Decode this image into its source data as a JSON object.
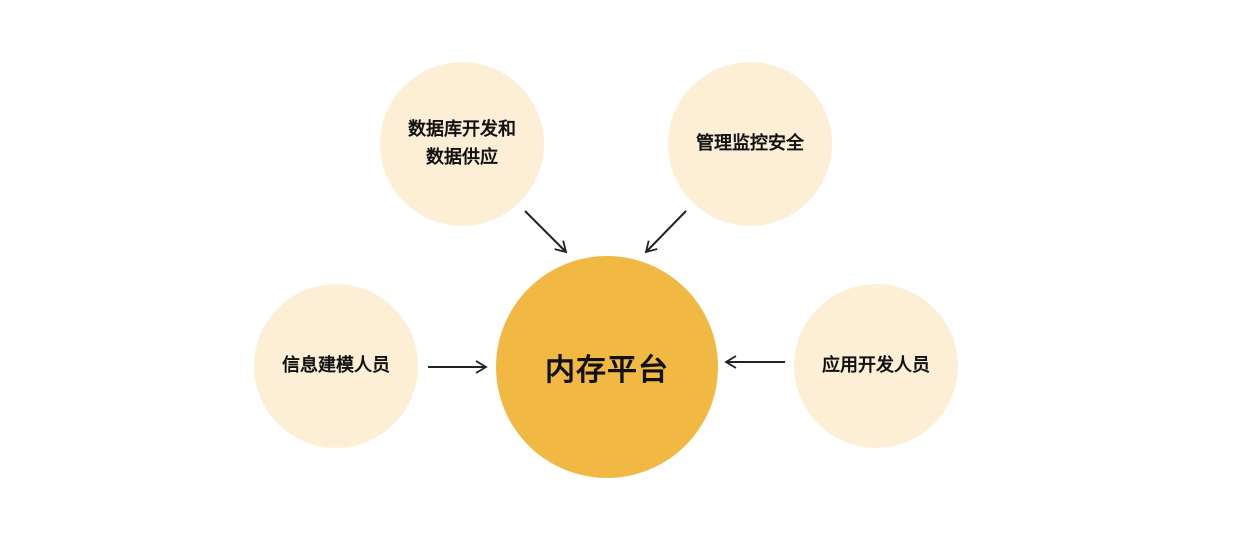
{
  "diagram": {
    "center": {
      "label": "内存平台",
      "color": "#f2b844"
    },
    "satellite_color": "#fcefd6",
    "nodes": {
      "db": {
        "label": "数据库开发和\n数据供应"
      },
      "mgmt": {
        "label": "管理监控安全"
      },
      "info": {
        "label": "信息建模人员"
      },
      "app": {
        "label": "应用开发人员"
      }
    },
    "arrow_color": "#222222",
    "edges": [
      {
        "from": "db",
        "to": "center"
      },
      {
        "from": "mgmt",
        "to": "center"
      },
      {
        "from": "info",
        "to": "center"
      },
      {
        "from": "app",
        "to": "center"
      }
    ]
  }
}
